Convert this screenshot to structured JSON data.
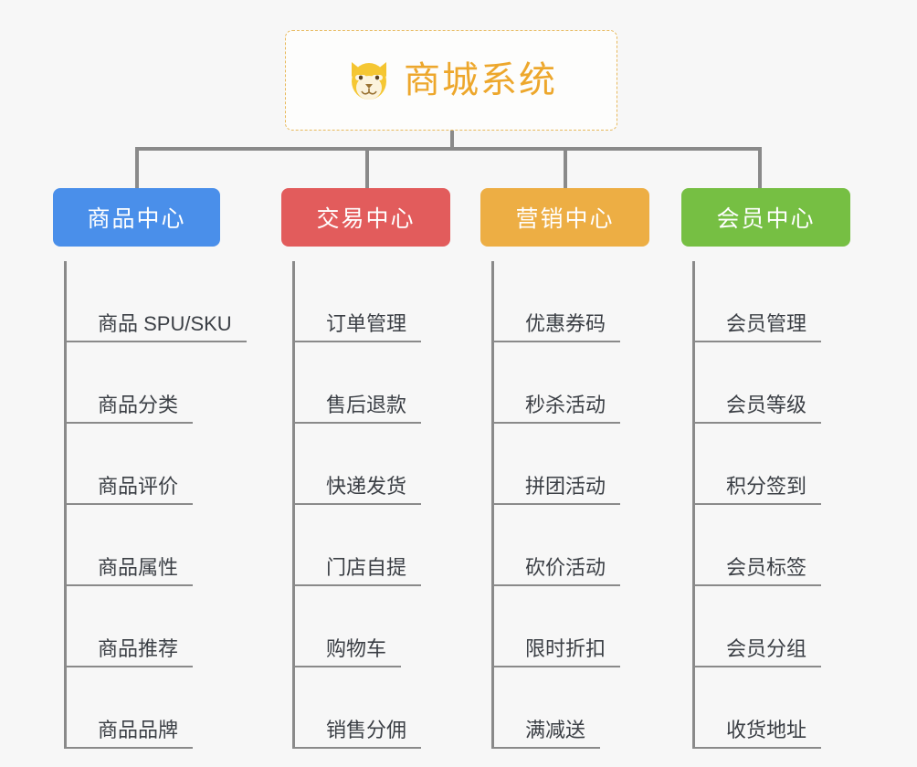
{
  "diagram": {
    "title": "商城系统",
    "root_icon": "dog-face-icon",
    "background_color": "#f7f7f7",
    "connector_color": "#8a8a8a",
    "root_border_color": "#e8b95c",
    "root_text_color": "#eda72c",
    "modules": [
      {
        "label": "商品中心",
        "color": "#4a8fea",
        "items": [
          "商品 SPU/SKU",
          "商品分类",
          "商品评价",
          "商品属性",
          "商品推荐",
          "商品品牌"
        ]
      },
      {
        "label": "交易中心",
        "color": "#e25c5c",
        "items": [
          "订单管理",
          "售后退款",
          "快递发货",
          "门店自提",
          "购物车",
          "销售分佣"
        ]
      },
      {
        "label": "营销中心",
        "color": "#edae44",
        "items": [
          "优惠券码",
          "秒杀活动",
          "拼团活动",
          "砍价活动",
          "限时折扣",
          "满减送"
        ]
      },
      {
        "label": "会员中心",
        "color": "#76bf43",
        "items": [
          "会员管理",
          "会员等级",
          "积分签到",
          "会员标签",
          "会员分组",
          "收货地址"
        ]
      }
    ]
  }
}
